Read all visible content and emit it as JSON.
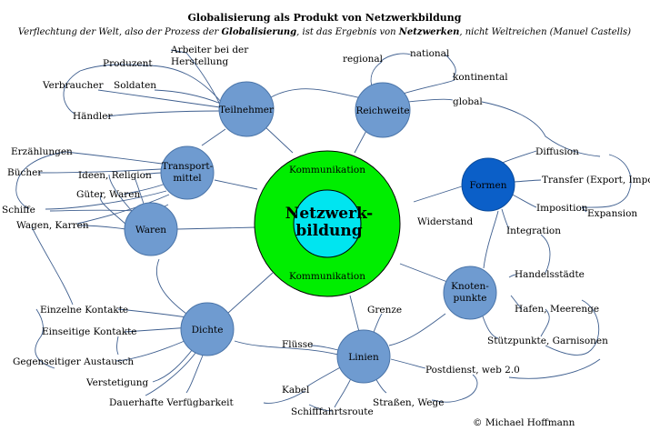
{
  "header": {
    "title": "Globalisierung als Produkt von Netzwerkbildung",
    "subtitle_parts": [
      {
        "text": "Verflechtung der Welt, also der Prozess der ",
        "bold": false
      },
      {
        "text": "Globalisierung",
        "bold": true
      },
      {
        "text": ", ist das Ergebnis von ",
        "bold": false
      },
      {
        "text": "Netzwerken",
        "bold": true
      },
      {
        "text": ", nicht Weltreichen (Manuel Castells)",
        "bold": false
      }
    ]
  },
  "center": {
    "line1": "Netzwerk-",
    "line2": "bildung",
    "ring_top": "Kommunikation",
    "ring_bottom": "Kommunikation"
  },
  "colors": {
    "outer_ring": "#00ee00",
    "inner_core": "#00e5f0",
    "node": "#6f9bd0",
    "node_dark": "#0b5fc8",
    "edge": "#3f5f8f"
  },
  "nodes": {
    "teilnehmer": "Teilnehmer",
    "reichweite": "Reichweite",
    "transport_line1": "Transport-",
    "transport_line2": "mittel",
    "waren": "Waren",
    "formen": "Formen",
    "knoten_line1": "Knoten-",
    "knoten_line2": "punkte",
    "dichte": "Dichte",
    "linien": "Linien"
  },
  "labels": {
    "arbeiter_line1": "Arbeiter bei der",
    "arbeiter_line2": "Herstellung",
    "produzent": "Produzent",
    "soldaten": "Soldaten",
    "verbraucher": "Verbraucher",
    "haendler": "Händler",
    "regional": "regional",
    "national": "national",
    "kontinental": "kontinental",
    "global": "global",
    "erzaehlungen": "Erzählungen",
    "buecher": "Bücher",
    "ideen_religion": "Ideen, Religion",
    "gueter_waren": "Güter, Waren",
    "schiffe": "Schiffe",
    "wagen_karren": "Wagen, Karren",
    "diffusion": "Diffusion",
    "transfer": "Transfer (Export, Import)",
    "imposition": "Imposition",
    "expansion": "Expansion",
    "integration": "Integration",
    "widerstand": "Widerstand",
    "handelsstaedte": "Handelsstädte",
    "hafen_meerenge": "Hafen, Meerenge",
    "stuetzpunkte": "Stützpunkte, Garnisonen",
    "grenze": "Grenze",
    "postdienst": "Postdienst, web 2.0",
    "fluesse": "Flüsse",
    "kabel": "Kabel",
    "schifffahrtsroute": "Schifffahrtsroute",
    "strassen_wege": "Straßen, Wege",
    "einzelne_kontakte": "Einzelne Kontakte",
    "einseitige_kontakte": "Einseitige Kontakte",
    "gegenseitiger_austausch": "Gegenseitiger Austausch",
    "verstetigung": "Verstetigung",
    "dauerhafte_verfuegbarkeit": "Dauerhafte Verfügbarkeit"
  },
  "footer": {
    "copyright": "© Michael Hoffmann"
  }
}
